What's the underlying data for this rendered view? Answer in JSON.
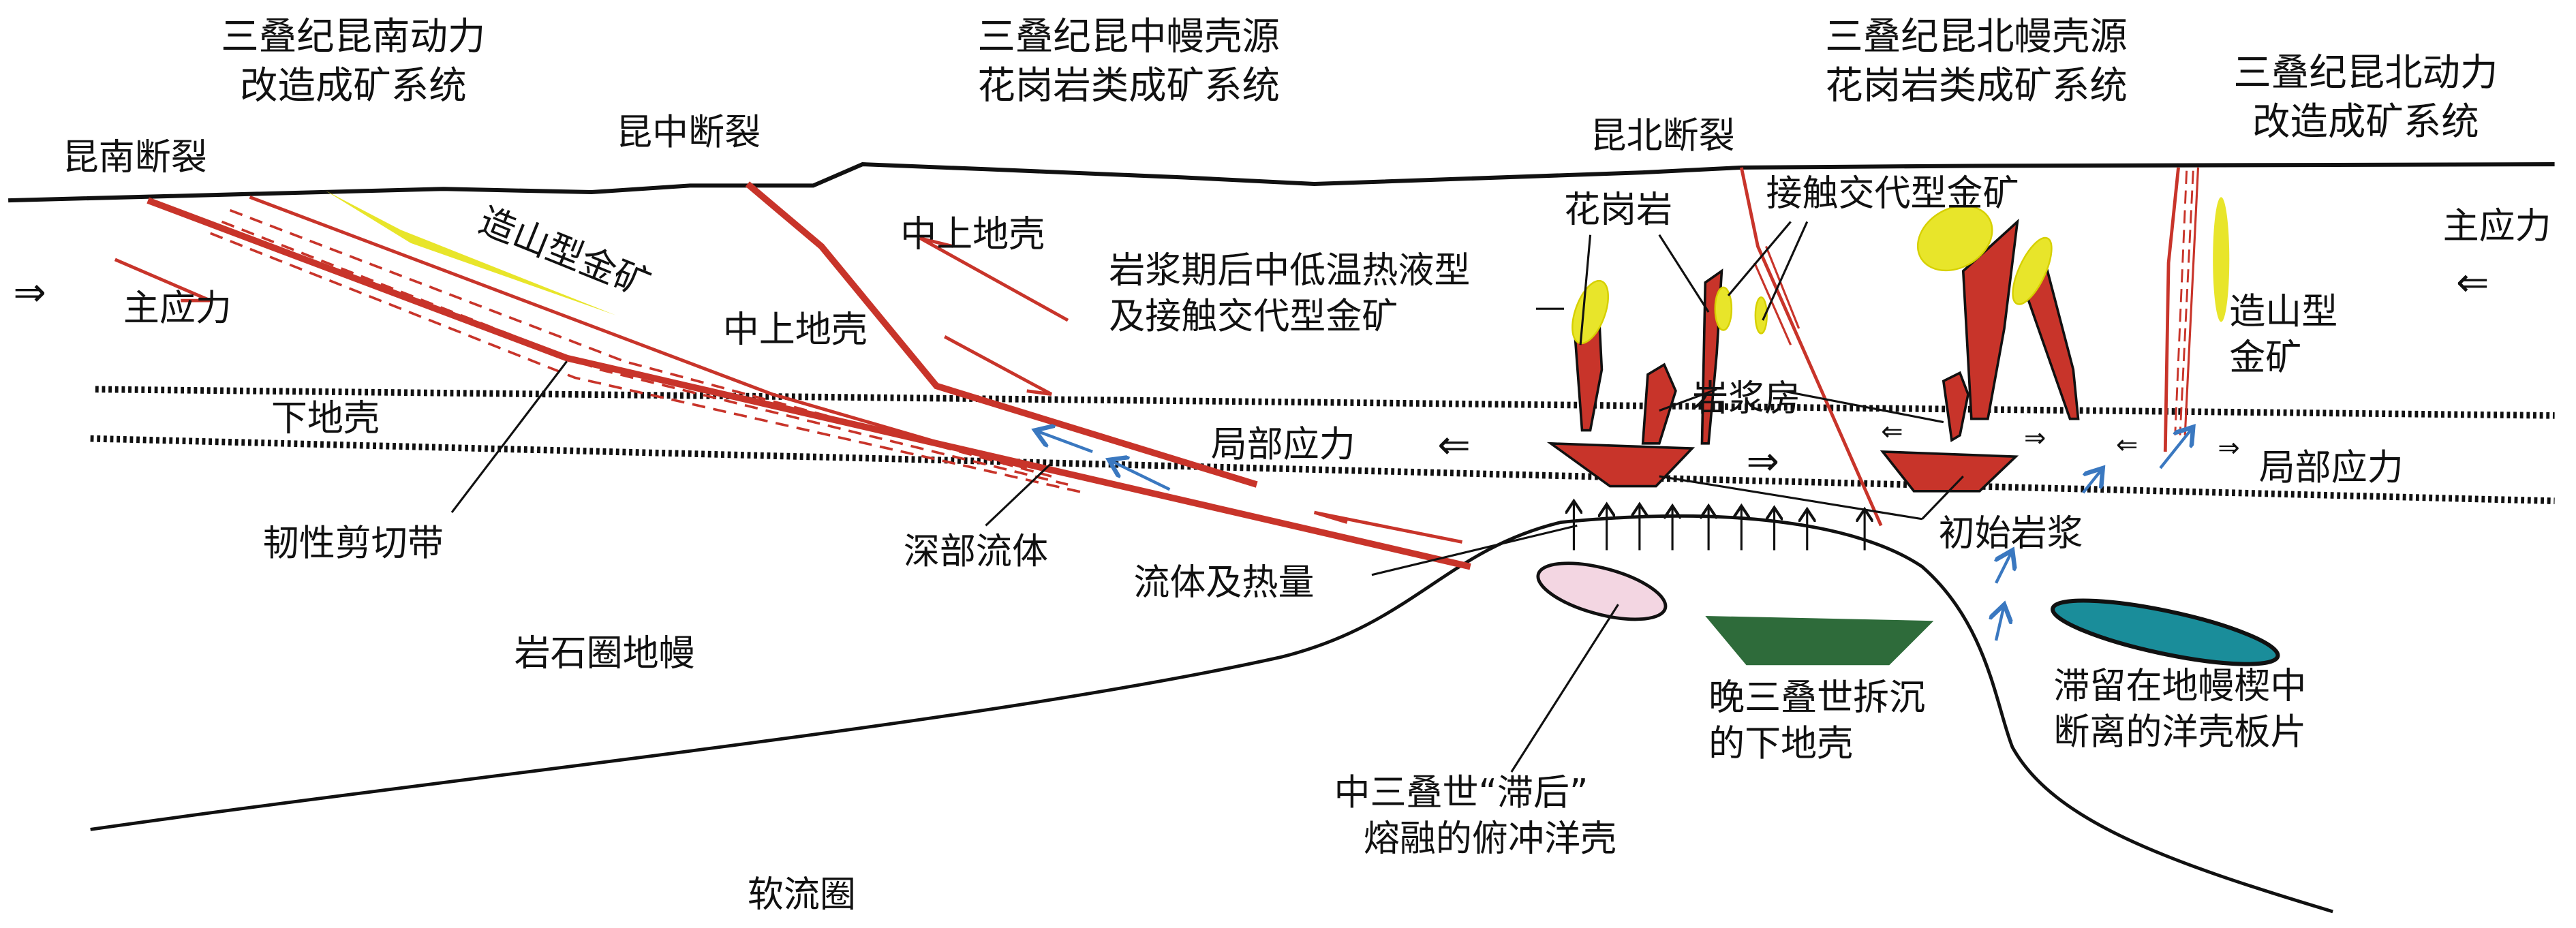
{
  "titles": {
    "kunnan_system": [
      "三叠纪昆南动力",
      "改造成矿系统"
    ],
    "kunzhong_system": [
      "三叠纪昆中幔壳源",
      "花岗岩类成矿系统"
    ],
    "kunbei_granite_system": [
      "三叠纪昆北幔壳源",
      "花岗岩类成矿系统"
    ],
    "kunbei_dynamic_system": [
      "三叠纪昆北动力",
      "改造成矿系统"
    ]
  },
  "faults": {
    "kunnan": "昆南断裂",
    "kunzhong": "昆中断裂",
    "kunbei": "昆北断裂"
  },
  "labels": {
    "orogenic_gold_left": "造山型金矿",
    "main_stress_left": "主应力",
    "main_stress_right": "主应力",
    "mid_upper_crust_1": "中上地壳",
    "mid_upper_crust_2": "中上地壳",
    "lower_crust": "下地壳",
    "ductile_shear_zone": "韧性剪切带",
    "deep_fluid": "深部流体",
    "lithospheric_mantle": "岩石圈地幔",
    "asthenosphere": "软流圈",
    "fluid_and_heat": "流体及热量",
    "local_stress_left": "局部应力",
    "local_stress_right": "局部应力",
    "granite": "花岗岩",
    "contact_gold": "接触交代型金矿",
    "post_magmatic": [
      "岩浆期后中低温热液型",
      "及接触交代型金矿"
    ],
    "magma_chamber": "岩浆房",
    "initial_magma": "初始岩浆",
    "orogenic_gold_right": [
      "造山型",
      "金矿"
    ],
    "lagged_melting": [
      "中三叠世“滞后”",
      "熔融的俯冲洋壳"
    ],
    "delaminated_crust": [
      "晚三叠世拆沉",
      "的下地壳"
    ],
    "detached_slab": [
      "滞留在地幔楔中",
      "断离的洋壳板片"
    ]
  },
  "colors": {
    "fault_red": "#c8342a",
    "gold_yellow": "#e8e52a",
    "oceanic_crust_pink": "#f3d6e2",
    "lower_crust_green": "#2e6b3a",
    "slab_teal": "#1a8d9a",
    "fluid_blue": "#3a78c0"
  }
}
